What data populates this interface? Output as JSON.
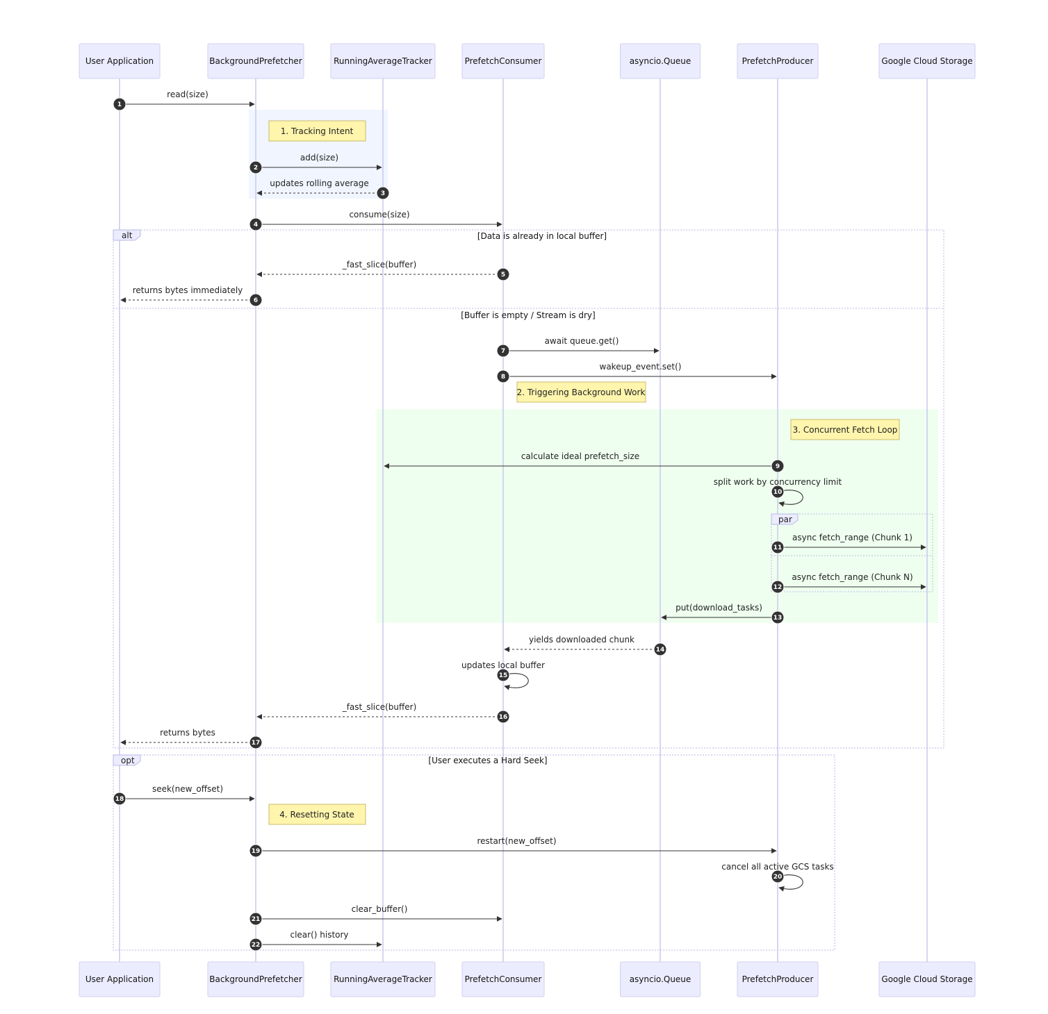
{
  "actors": [
    "User Application",
    "BackgroundPrefetcher",
    "RunningAverageTracker",
    "PrefetchConsumer",
    "asyncio.Queue",
    "PrefetchProducer",
    "Google Cloud Storage"
  ],
  "messages": [
    {
      "n": "1",
      "from": 0,
      "to": 1,
      "label": "read(size)",
      "dashed": false
    },
    {
      "n": "2",
      "from": 1,
      "to": 2,
      "label": "add(size)",
      "dashed": false
    },
    {
      "n": "3",
      "from": 2,
      "to": 1,
      "label": "updates rolling average",
      "dashed": true
    },
    {
      "n": "4",
      "from": 1,
      "to": 3,
      "label": "consume(size)",
      "dashed": false
    },
    {
      "n": "5",
      "from": 3,
      "to": 1,
      "label": "_fast_slice(buffer)",
      "dashed": true
    },
    {
      "n": "6",
      "from": 1,
      "to": 0,
      "label": "returns bytes immediately",
      "dashed": true
    },
    {
      "n": "7",
      "from": 3,
      "to": 4,
      "label": "await queue.get()",
      "dashed": false
    },
    {
      "n": "8",
      "from": 3,
      "to": 5,
      "label": "wakeup_event.set()",
      "dashed": false
    },
    {
      "n": "9",
      "from": 5,
      "to": 2,
      "label": "calculate ideal prefetch_size",
      "dashed": false
    },
    {
      "n": "10",
      "from": 5,
      "to": 5,
      "label": "split work by concurrency limit",
      "dashed": false
    },
    {
      "n": "11",
      "from": 5,
      "to": 6,
      "label": "async fetch_range (Chunk 1)",
      "dashed": false
    },
    {
      "n": "12",
      "from": 5,
      "to": 6,
      "label": "async fetch_range (Chunk N)",
      "dashed": false
    },
    {
      "n": "13",
      "from": 5,
      "to": 4,
      "label": "put(download_tasks)",
      "dashed": false
    },
    {
      "n": "14",
      "from": 4,
      "to": 3,
      "label": "yields downloaded chunk",
      "dashed": true
    },
    {
      "n": "15",
      "from": 3,
      "to": 3,
      "label": "updates local buffer",
      "dashed": false
    },
    {
      "n": "16",
      "from": 3,
      "to": 1,
      "label": "_fast_slice(buffer)",
      "dashed": true
    },
    {
      "n": "17",
      "from": 1,
      "to": 0,
      "label": "returns bytes",
      "dashed": true
    },
    {
      "n": "18",
      "from": 0,
      "to": 1,
      "label": "seek(new_offset)",
      "dashed": false
    },
    {
      "n": "19",
      "from": 1,
      "to": 5,
      "label": "restart(new_offset)",
      "dashed": false
    },
    {
      "n": "20",
      "from": 5,
      "to": 5,
      "label": "cancel all active GCS tasks",
      "dashed": false
    },
    {
      "n": "21",
      "from": 1,
      "to": 3,
      "label": "clear_buffer()",
      "dashed": false
    },
    {
      "n": "22",
      "from": 1,
      "to": 2,
      "label": "clear() history",
      "dashed": false
    }
  ],
  "notes": [
    "1. Tracking Intent",
    "2. Triggering Background Work",
    "3. Concurrent Fetch Loop",
    "4. Resetting State"
  ],
  "frames": [
    {
      "keyword": "alt",
      "conditions": [
        "[Data is already in local buffer]",
        "[Buffer is empty / Stream is dry]"
      ]
    },
    {
      "keyword": "par",
      "conditions": []
    },
    {
      "keyword": "opt",
      "conditions": [
        "[User executes a Hard Seek]"
      ]
    }
  ],
  "colors": {
    "actor_fill": "#ececff",
    "lifeline": "#c9c9ee",
    "note_fill": "#fff5ad",
    "region_blue": "#eef4ff",
    "region_green": "#eaffea",
    "step_badge": "#333333"
  }
}
